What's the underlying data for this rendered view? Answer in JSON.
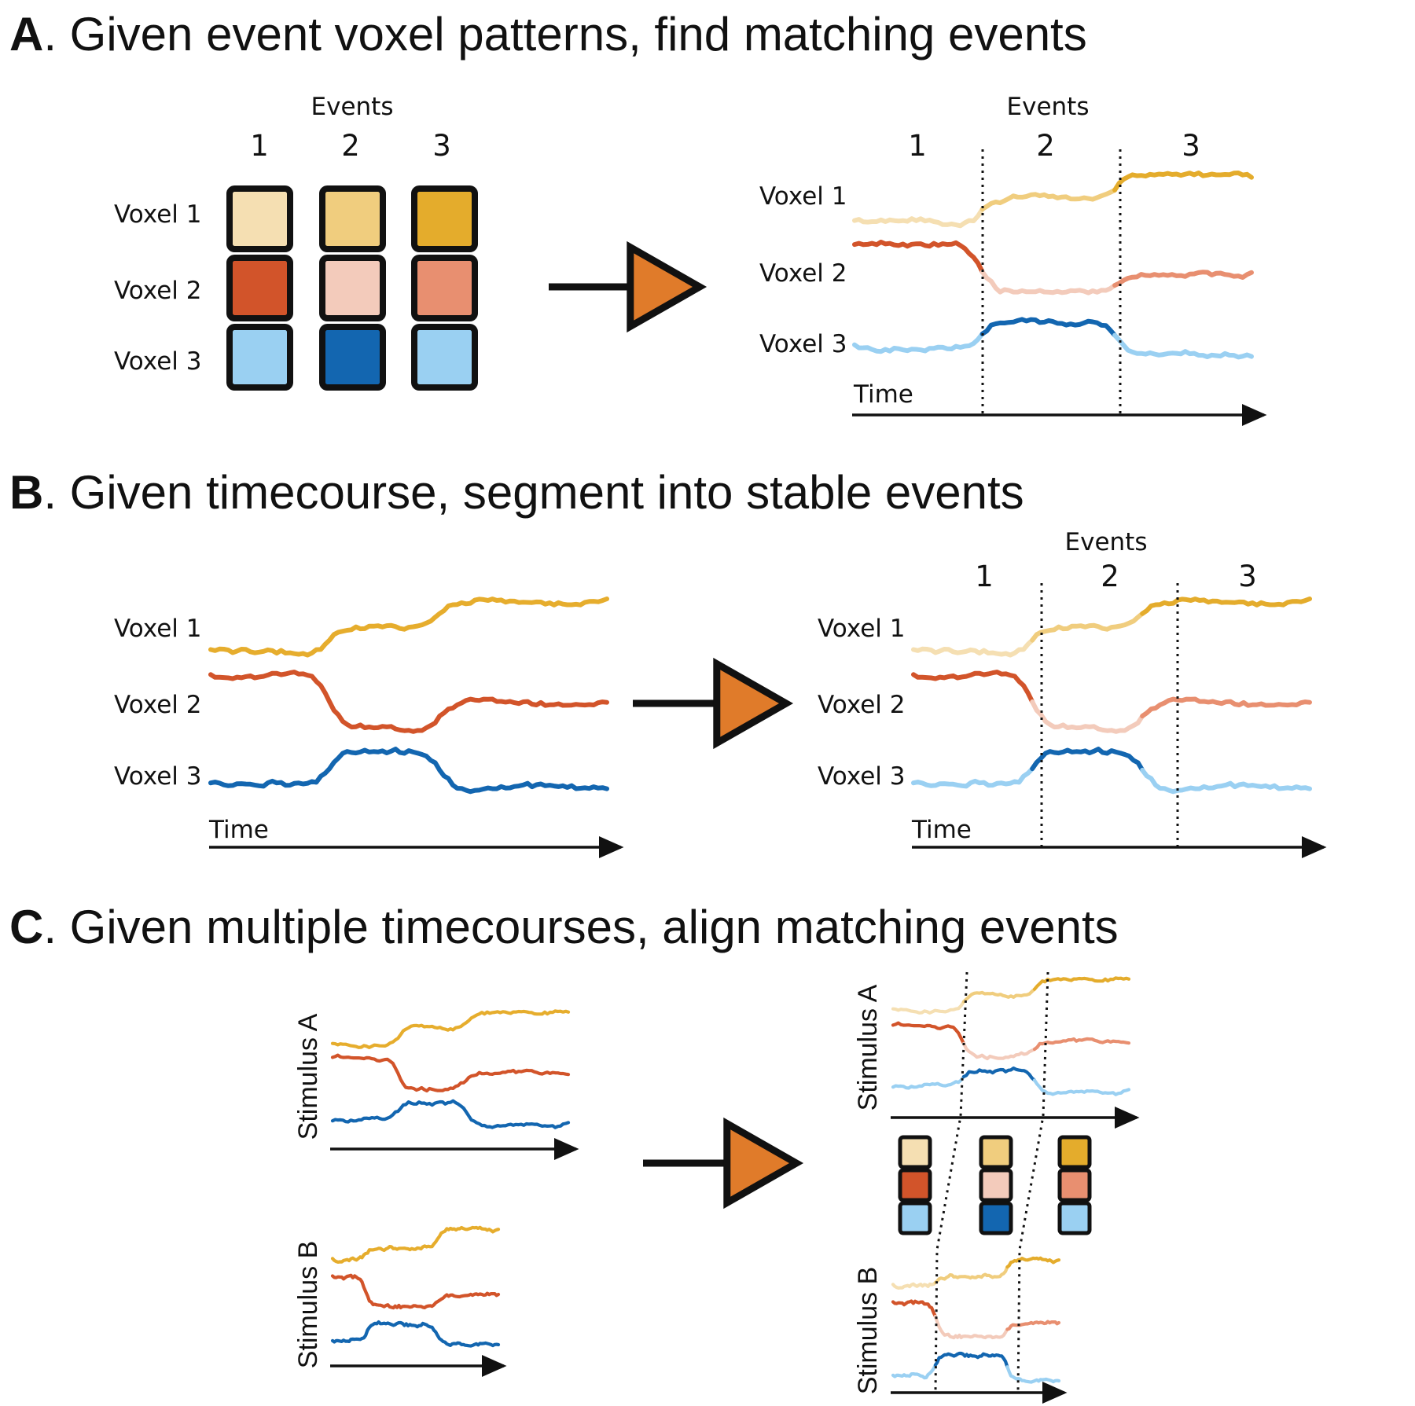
{
  "panels": {
    "a": {
      "letter": "A",
      "title": ". Given event voxel patterns, find matching events"
    },
    "b": {
      "letter": "B",
      "title": ". Given timecourse, segment into stable events"
    },
    "c": {
      "letter": "C",
      "title": ". Given multiple timecourses, align matching events"
    }
  },
  "labels": {
    "events": "Events",
    "event_numbers": [
      "1",
      "2",
      "3"
    ],
    "voxels": [
      "Voxel 1",
      "Voxel 2",
      "Voxel 3"
    ],
    "time": "Time",
    "stimulus_a": "Stimulus A",
    "stimulus_b": "Stimulus B"
  },
  "colors": {
    "voxel1": [
      "#f5dfb2",
      "#f0cd7e",
      "#e4ac2c"
    ],
    "voxel2": [
      "#d2542a",
      "#f3cbbb",
      "#e88f70"
    ],
    "voxel3": [
      "#9ad0f2",
      "#1366b0",
      "#9ad0f2"
    ],
    "traces_raw": [
      "#e6ad2d",
      "#d2542a",
      "#1366b0"
    ],
    "arrow_fill": "#e07b2a",
    "ink": "#111111"
  }
}
